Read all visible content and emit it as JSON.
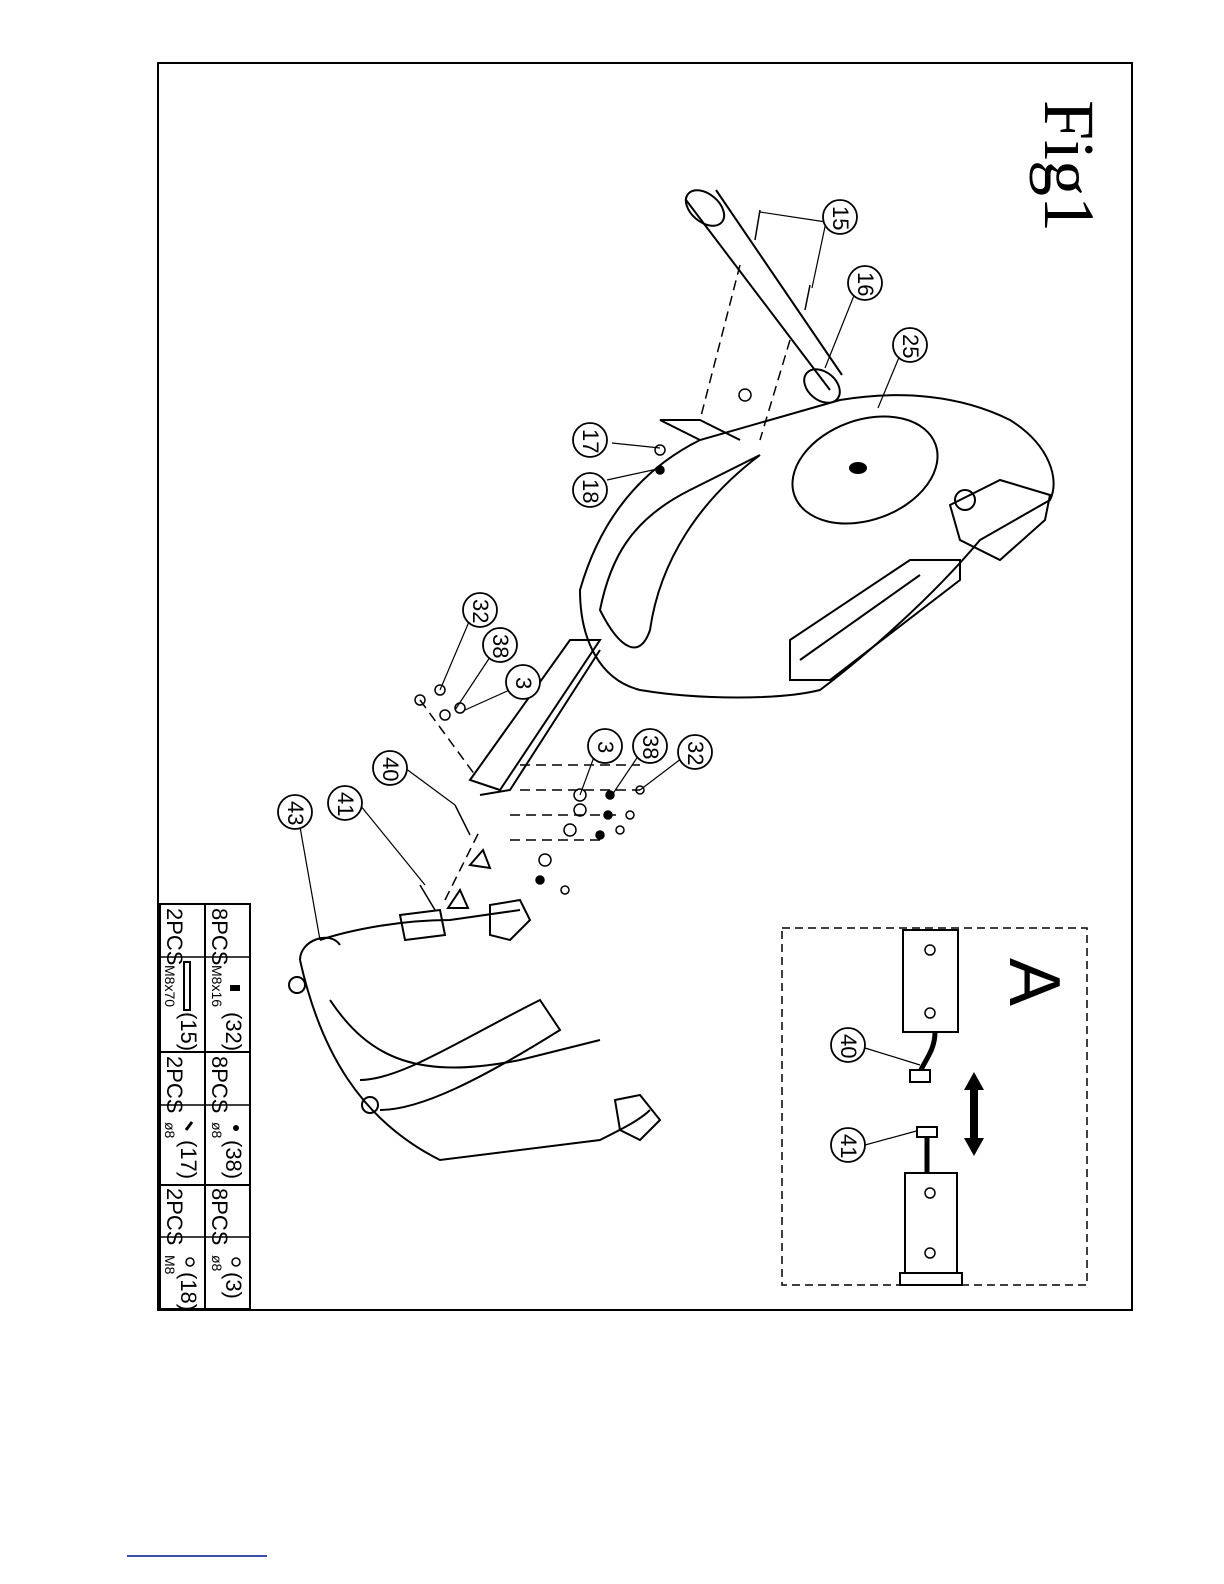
{
  "figure": {
    "title": "Fig1",
    "detail_label": "A"
  },
  "callouts": [
    {
      "id": "c15",
      "label": "15"
    },
    {
      "id": "c16",
      "label": "16"
    },
    {
      "id": "c25",
      "label": "25"
    },
    {
      "id": "c17",
      "label": "17"
    },
    {
      "id": "c18",
      "label": "18"
    },
    {
      "id": "c32a",
      "label": "32"
    },
    {
      "id": "c38a",
      "label": "38"
    },
    {
      "id": "c3a",
      "label": "3"
    },
    {
      "id": "c3b",
      "label": "3"
    },
    {
      "id": "c38b",
      "label": "38"
    },
    {
      "id": "c32b",
      "label": "32"
    },
    {
      "id": "c40",
      "label": "40"
    },
    {
      "id": "c41",
      "label": "41"
    },
    {
      "id": "c43",
      "label": "43"
    },
    {
      "id": "d40",
      "label": "40"
    },
    {
      "id": "d41",
      "label": "41"
    }
  ],
  "hardware_table": [
    {
      "qty": "8PCS",
      "size": "M8x16",
      "ref": "(32)"
    },
    {
      "qty": "2PCS",
      "size": "M8x70",
      "ref": "(15)"
    },
    {
      "qty": "8PCS",
      "size": "ø8",
      "ref": "(38)"
    },
    {
      "qty": "2PCS",
      "size": "ø8",
      "ref": "(17)"
    },
    {
      "qty": "8PCS",
      "size": "ø8",
      "ref": "(3)"
    },
    {
      "qty": "2PCS",
      "size": "M8",
      "ref": "(18)"
    }
  ]
}
